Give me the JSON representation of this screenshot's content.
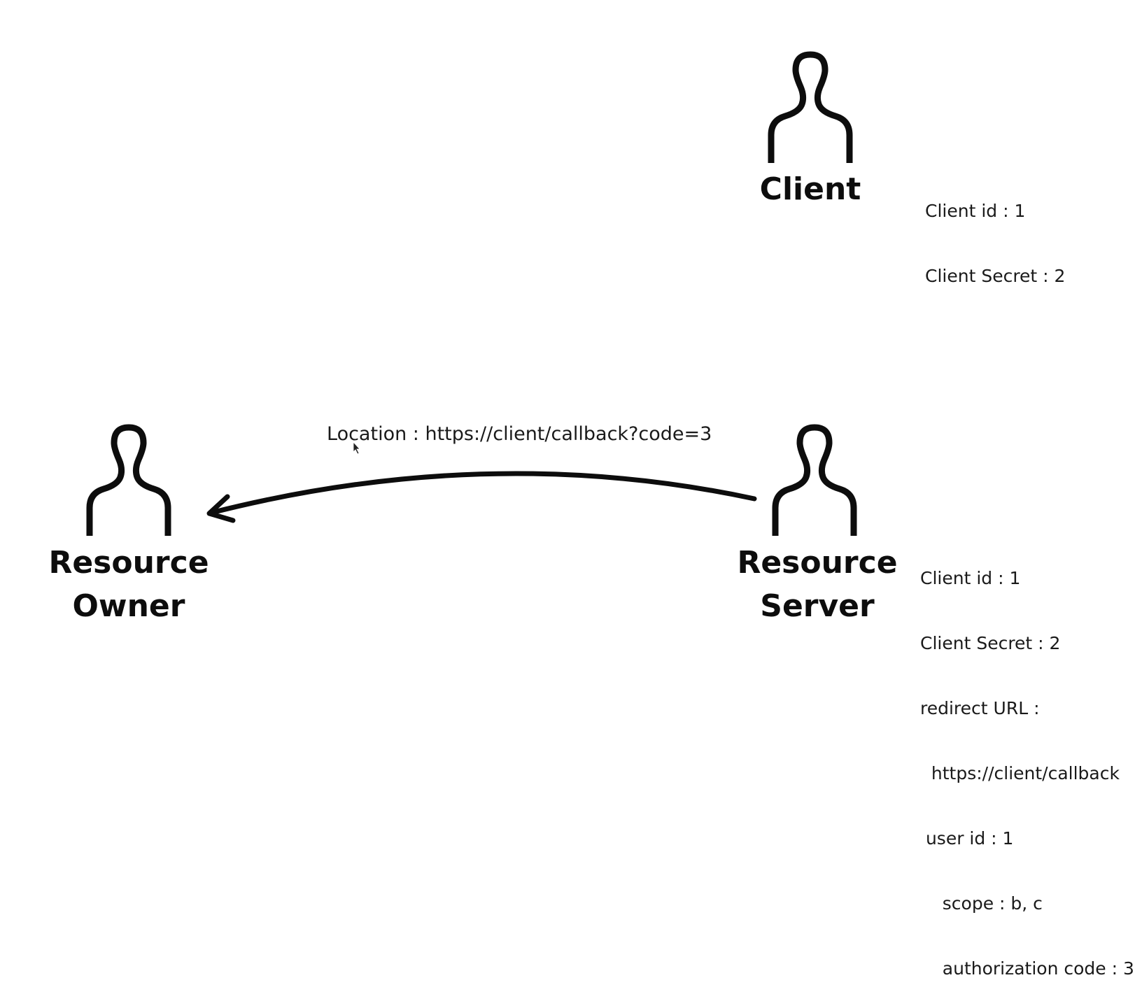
{
  "actors": {
    "client": {
      "label": "Client",
      "info": [
        "Client id : 1",
        "Client Secret : 2"
      ]
    },
    "resource_owner": {
      "label_line1": "Resource",
      "label_line2": "Owner"
    },
    "resource_server": {
      "label_line1": "Resource",
      "label_line2": "Server",
      "info": [
        "Client id : 1",
        "Client Secret : 2",
        "redirect URL :",
        "  https://client/callback",
        " user id : 1",
        "    scope : b, c",
        "    authorization code : 3"
      ]
    }
  },
  "arrow": {
    "label": "Location : https://client/callback?code=3",
    "from": "resource_server",
    "to": "resource_owner"
  },
  "colors": {
    "stroke": "#0d0d0d",
    "background": "#ffffff"
  }
}
